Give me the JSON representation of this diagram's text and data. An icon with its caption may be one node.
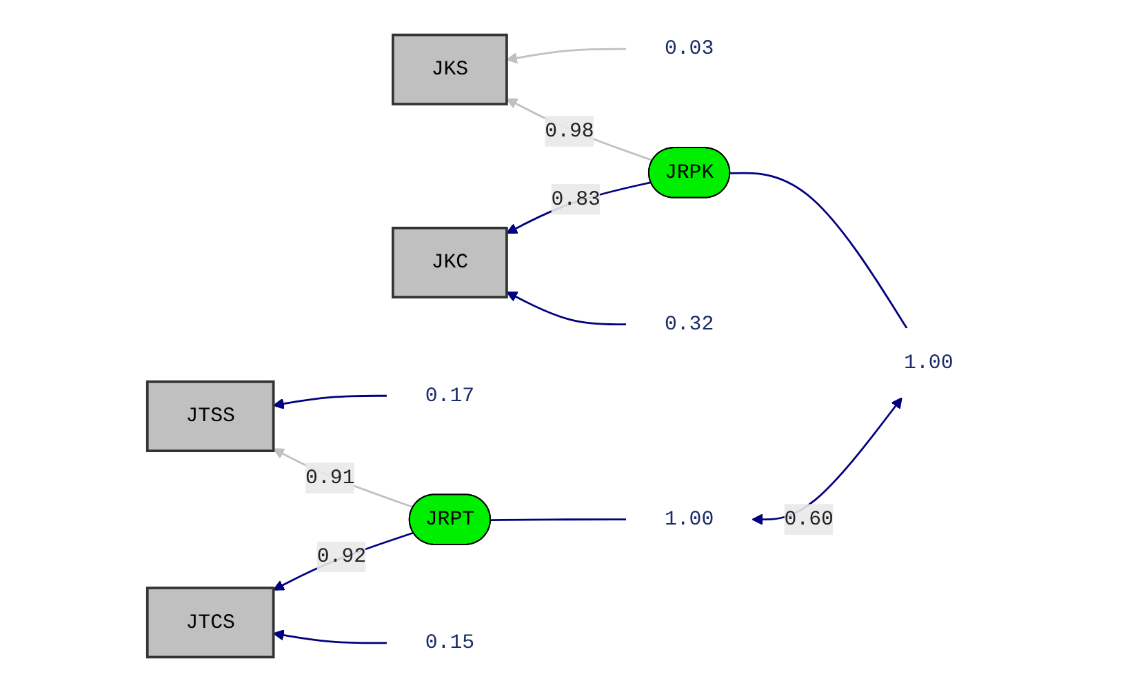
{
  "diagram": {
    "nodes": [
      {
        "text": [
          "0.03"
        ]
      },
      {
        "text": [
          "JKS"
        ]
      },
      {
        "text": [
          "JRPK"
        ]
      },
      {
        "text": [
          "1.00"
        ]
      },
      {
        "text": [
          "0.32"
        ]
      },
      {
        "text": [
          "JKC"
        ]
      },
      {
        "text": [
          "0.17"
        ]
      },
      {
        "text": [
          "JTSS"
        ]
      },
      {
        "text": [
          "JRPT"
        ]
      },
      {
        "text": [
          "1.00"
        ]
      },
      {
        "text": [
          "0.15"
        ]
      },
      {
        "text": [
          "JTCS"
        ]
      }
    ],
    "edges": [
      {
        "from": 0,
        "to": 1,
        "arrow": "to",
        "color": "#c0c0c0"
      },
      {
        "from": 2,
        "to": 1,
        "arrow": "to",
        "label": "0.98",
        "color": "#c0c0c0"
      },
      {
        "from": 3,
        "to": 2,
        "arrow": "none"
      },
      {
        "from": 4,
        "to": 5,
        "arrow": "to"
      },
      {
        "from": 2,
        "to": 5,
        "arrow": "to",
        "label": "0.83"
      },
      {
        "from": 3,
        "to": 9,
        "arrow": "both",
        "label": "0.60"
      },
      {
        "from": 6,
        "to": 7,
        "arrow": "to"
      },
      {
        "from": 8,
        "to": 7,
        "arrow": "to",
        "label": "0.91",
        "color": "#c0c0c0"
      },
      {
        "from": 9,
        "to": 8,
        "arrow": "none"
      },
      {
        "from": 10,
        "to": 11,
        "arrow": "to"
      },
      {
        "from": 8,
        "to": 11,
        "arrow": "to",
        "label": "0.92"
      }
    ]
  }
}
